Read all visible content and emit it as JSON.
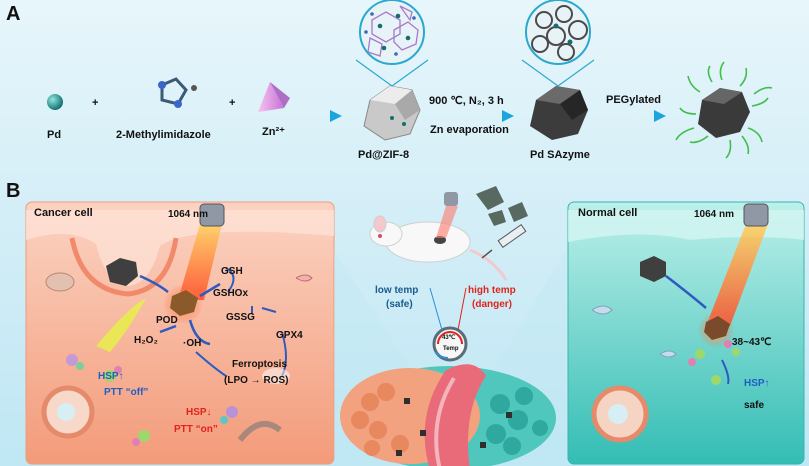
{
  "panelA": {
    "letter": "A",
    "pd": "Pd",
    "methylimidazole": "2-Methylimidazole",
    "zn": "Zn²⁺",
    "plus": "+",
    "pd_zif8": "Pd@ZIF-8",
    "conditions": "900 ℃,  N₂, 3 h",
    "zn_evap": "Zn evaporation",
    "pd_sazyme": "Pd SAzyme",
    "pegylated": "PEGylated"
  },
  "panelB": {
    "letter": "B",
    "cancer": {
      "title": "Cancer cell",
      "laser": "1064 nm",
      "gsh": "GSH",
      "gshox": "GSHOx",
      "gssg": "GSSG",
      "gpx4": "GPX4",
      "pod": "POD",
      "h2o2": "H₂O₂",
      "oh": "·OH",
      "ferroptosis": "Ferroptosis",
      "lpo": "(LPO → ROS)",
      "hsp_up": "HSP↑",
      "ptt_off": "PTT “off”",
      "hsp_down": "HSP↓",
      "ptt_on": "PTT “on”"
    },
    "center": {
      "low_temp": "low temp",
      "safe": "(safe)",
      "high_temp": "high temp",
      "danger": "(danger)",
      "dial_temp": "43℃",
      "dial_label": "Temp"
    },
    "normal": {
      "title": "Normal cell",
      "laser": "1064 nm",
      "temp_range": "38~43℃",
      "hsp_up": "HSP↑",
      "safe": "safe"
    }
  },
  "colors": {
    "background": "#d4eef7",
    "cancer_panel": "#f6a98c",
    "normal_panel": "#44c9c0",
    "arrow": "#27b3e0",
    "red_text": "#e0241b",
    "blue_text": "#1f5fc4"
  }
}
